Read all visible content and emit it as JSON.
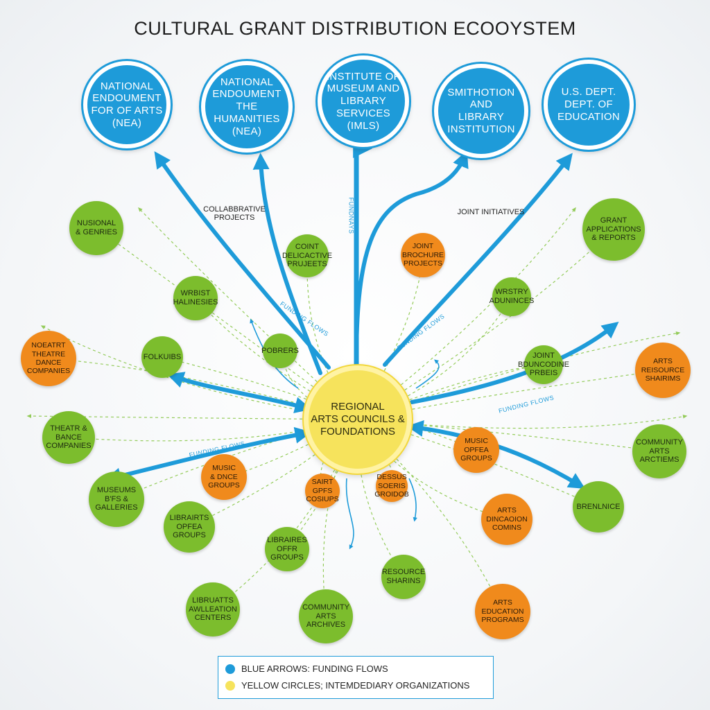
{
  "title": "CULTURAL GRANT DISTRIBUTION ECOOYSTEM",
  "colors": {
    "blue": "#1e9bd9",
    "green": "#7cbd2d",
    "orange": "#f08a1c",
    "yellow": "#f6e35c"
  },
  "agencies": [
    "NATIONAL\nENDOUMENT\nFOR OF ARTS\n(NEA)",
    "NATIONAL\nENDOUMENT\nTHE HUMANITIES\n(NEA)",
    "INSTITUTE OF\nMUSEUM AND\nLIBRARY SERVICES\n(IMLS)",
    "SMITHOTION\nAND\nLIBRARY\nINSTITUTION",
    "U.S. DEPT.\nDEPT. OF\nEDUCATION"
  ],
  "hub": "REGIONAL\nARTS COUNCILS &\nFOUNDATIONS",
  "nodes": [
    "NUSIONAL\n& GENRIES",
    "GRANT\nAPPLICATIONS\n& REPORTS",
    "COINT\nDELICACTIVE\nPRUJEETS",
    "JOINT\nBROCHURE\nPROJECTS",
    "WRBIST\nHALINESIES",
    "WRSTRY\nADUNINCES",
    "NOEATRT\nTHEATRE\nDANCE\nCOMPANIES",
    "FOLKUIBS",
    "POBRERS",
    "JOINT\nBDUNCODINE\nPRBEIS",
    "ARTS\nREISOURCE\nSHAIRIMS",
    "THEATR &\nBANCE\nCOMPANIES",
    "MUSIC\nOPFEA\nGROUPS",
    "COMMUNITY\nARTS\nARCTIEMS",
    "MUSIC\n& DNCE\nGROUPS",
    "MUSEUMS\nB'FS &\nGALLERIES",
    "SAIRT\nGPFS\nCOSIUPS",
    "DESSUS\nSOERIS\nGROIDOB",
    "BRENLNICE",
    "LIBRAIRTS\nOPFEA\nGROUPS",
    "ARTS\nDINCAOION\nCOMINS",
    "LIBRAIRES\nOFFR\nGROUPS",
    "RESOURCE\nSHARINS",
    "LIBRUATTS\nAWLLEATION\nCENTERS",
    "COMMUNITY\nARTS\nARCHIVES",
    "ARTS\nEDUCATION\nPROGRAMS"
  ],
  "labels": {
    "collaborative": "COLLABBRATIVE\nPROJECTS",
    "joint": "JOINT INITIATIVES",
    "vertical": "FUNDNAYS",
    "funding": "FUNDING FLOWS"
  },
  "legend": {
    "blue": "BLUE ARROWS: FUNDING FLOWS",
    "yellow": "YELLOW CIRCLES; INTEMDEDIARY ORGANIZATIONS"
  }
}
